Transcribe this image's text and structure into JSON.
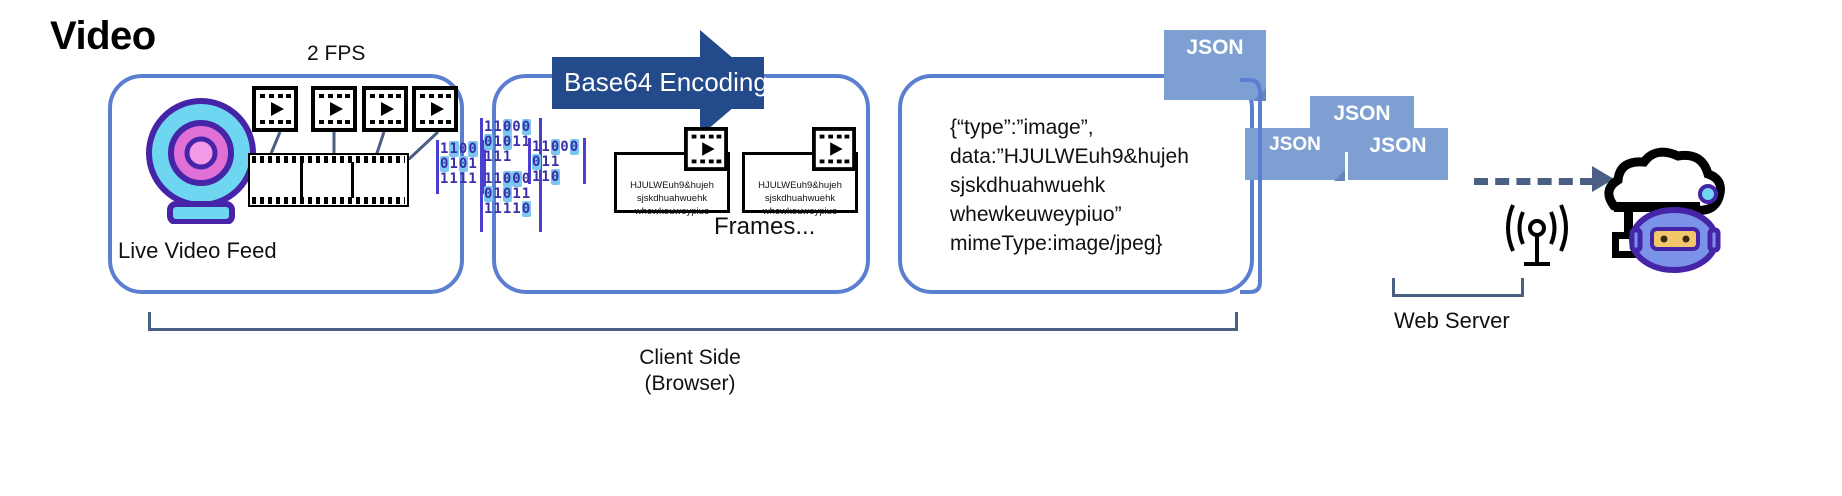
{
  "page": {
    "title": "Video",
    "bg": "#ffffff"
  },
  "colors": {
    "stage_border": "#5b7fd0",
    "arrow_fill": "#234a8a",
    "badge_fill": "#7d9fd1",
    "binary_text": "#3a2fa8",
    "binary_highlight": "#7cc7ef",
    "webcam_body": "#6fd6f2",
    "webcam_ring": "#4524a8",
    "webcam_lens": "#e06fd6",
    "robot_body": "#7a93e8",
    "robot_face": "#f2c76b",
    "bracket": "#4a5f84"
  },
  "labels": {
    "fps": "2 FPS",
    "live_feed": "Live Video Feed",
    "frames": "Frames...",
    "base64": "Base64 Encoding",
    "client_side_line1": "Client Side",
    "client_side_line2": "(Browser)",
    "web_server": "Web Server"
  },
  "frames": {
    "text": "HJULWEuh9&hujeh\nsjskdhuahwuehk\nwhewkeuweypiuo",
    "cards": [
      {
        "text": "HJULWEuh9&hujeh\nsjskdhuahwuehk\nwhewkeuweypiuo"
      },
      {
        "text": "HJULWEuh9&hujeh\nsjskdhuahwuehk\nwhewkeuweypiuo"
      }
    ]
  },
  "json_payload": {
    "text": "{“type”:”image”,\ndata:”HJULWEuh9&hujeh\nsjskdhuahwuehk\nwhewkeuweypiuo”\nmimeType:image/jpeg}"
  },
  "json_badges": [
    {
      "label": "JSON"
    },
    {
      "label": "JSON"
    },
    {
      "label": "JSON"
    },
    {
      "label": "JSON"
    }
  ],
  "binary_blocks": [
    {
      "rows": [
        "1100",
        "0101",
        "1111"
      ]
    },
    {
      "rows": [
        "11000",
        "01011",
        "1111"
      ]
    },
    {
      "rows": [
        "11000",
        "011",
        "110"
      ]
    },
    {
      "rows": [
        "11000",
        "01011",
        "11110"
      ]
    }
  ],
  "icons": {
    "webcam": "webcam-icon",
    "play_frame": "play-frame-icon",
    "filmstrip": "filmstrip-icon",
    "antenna": "antenna-icon",
    "robot": "robot-server-icon"
  }
}
